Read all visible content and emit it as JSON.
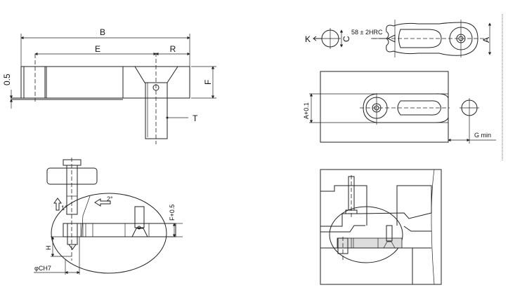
{
  "side_view": {
    "dim_b": "B",
    "dim_e": "E",
    "dim_r": "R",
    "dim_offset": "0.5",
    "dim_f": "F",
    "label_t": "T"
  },
  "top_view": {
    "view_k": "K",
    "dim_c": "C",
    "hardness": "58 ± 2HRC",
    "dim_a": "A"
  },
  "slot_view": {
    "dim_a_tol": "A+0.1",
    "dim_g": "G min"
  },
  "install_view": {
    "step_1": "1°",
    "step_2": "2°",
    "dim_f_tol": "F+0.5",
    "dim_h": "H",
    "dim_ch7": "φCH7"
  }
}
